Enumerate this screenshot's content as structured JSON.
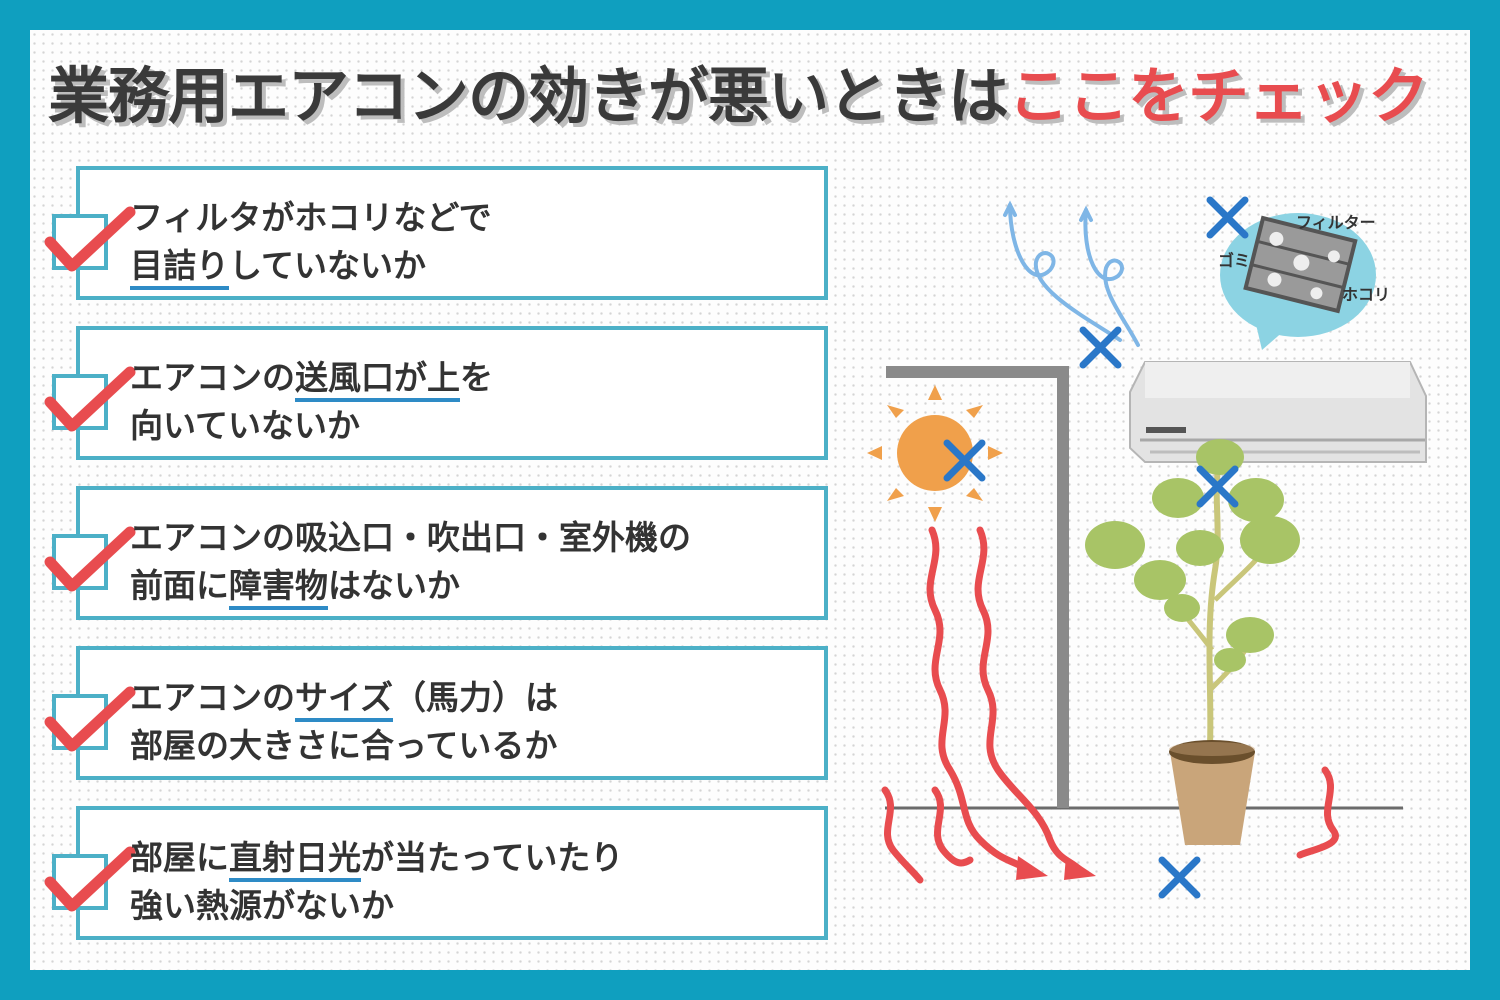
{
  "title": {
    "main": "業務用エアコンの効きが悪いときは",
    "accent": "ここをチェック"
  },
  "checklist": [
    {
      "line1": [
        "フィルタがホコリなどで"
      ],
      "line2": [
        "目詰り",
        "していないか"
      ],
      "underline": "目詰り"
    },
    {
      "line1": [
        "エアコンの",
        "送風口が上",
        "を"
      ],
      "line2": [
        "向いていないか"
      ],
      "underline": "送風口が上"
    },
    {
      "line1": [
        "エアコンの吸込口・吹出口・室外機の"
      ],
      "line2": [
        "前面に",
        "障害物",
        "はないか"
      ],
      "underline": "障害物"
    },
    {
      "line1": [
        "エアコンの",
        "サイズ",
        "（馬力）は"
      ],
      "line2": [
        "部屋の大きさに合っているか"
      ],
      "underline": "サイズ"
    },
    {
      "line1": [
        "部屋に",
        "直射日光",
        "が当たっていたり"
      ],
      "line2": [
        "強い熱源がないか"
      ],
      "underline": "直射日光"
    }
  ],
  "illustration": {
    "bubble_labels": {
      "filter": "フィルター",
      "dust": "ゴミ",
      "hokori": "ホコリ"
    },
    "icons": [
      "sun-icon",
      "air-conditioner-icon",
      "plant-icon",
      "cross-mark-icon",
      "heat-wave-icon",
      "airflow-icon"
    ]
  },
  "colors": {
    "frame": "#0f9fbf",
    "card_border": "#4cb0c7",
    "accent": "#e84c4f",
    "underline": "#2e8bc6",
    "cross": "#2a77c8",
    "heat": "#e84c4f",
    "sun": "#f0a04b"
  }
}
